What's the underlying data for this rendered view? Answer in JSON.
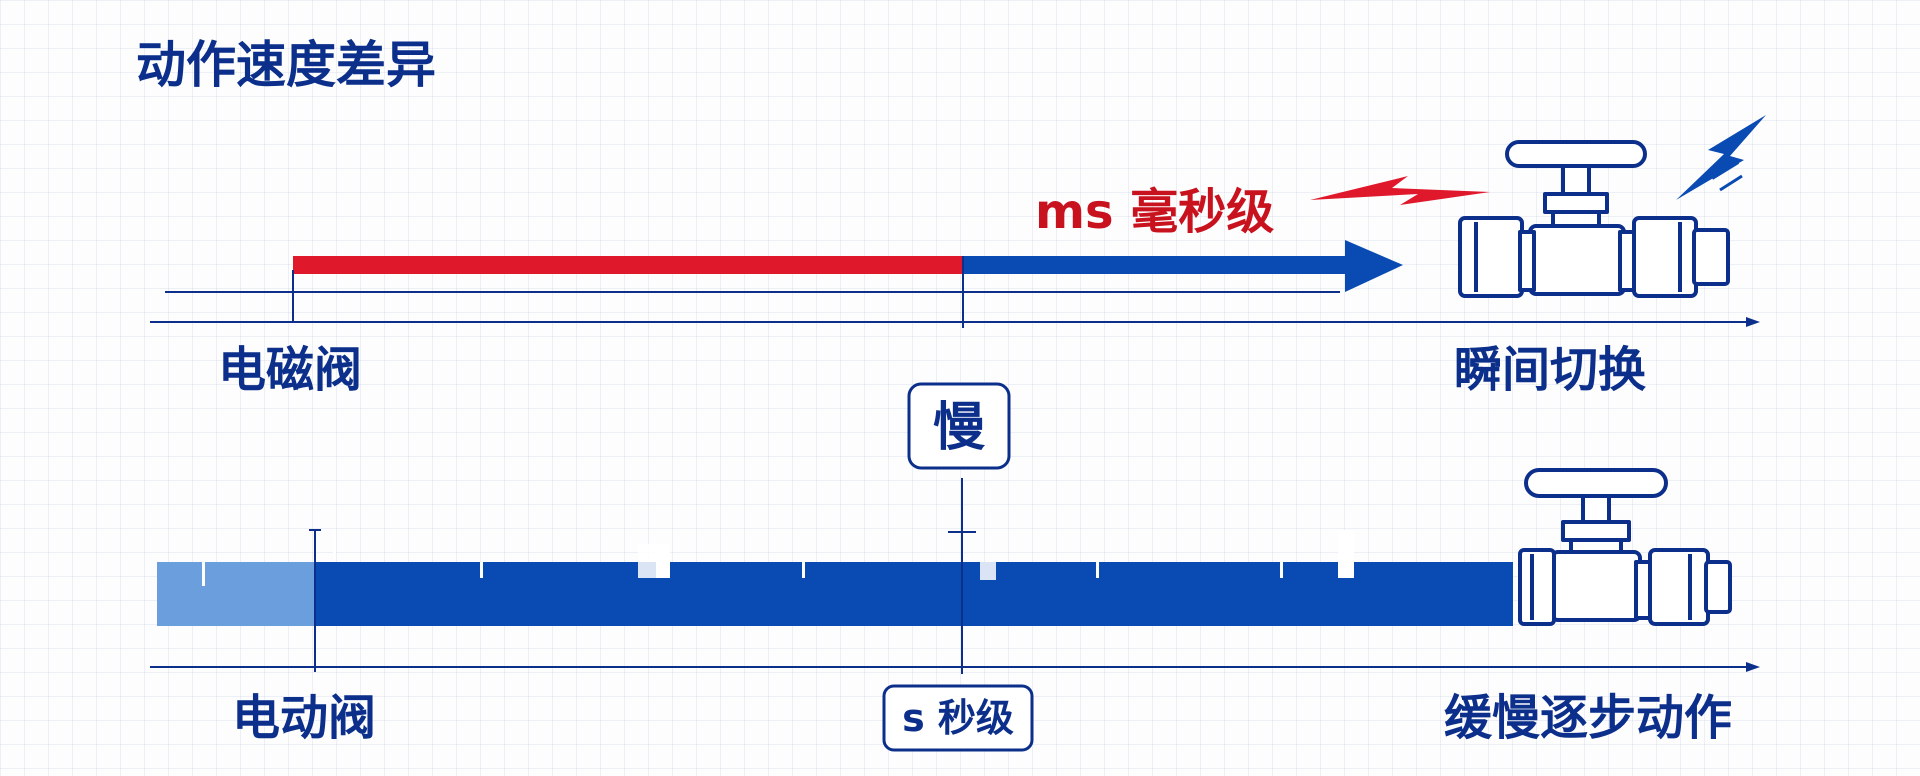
{
  "title": "动作速度差异",
  "top_row": {
    "device_label": "电磁阀",
    "speed_label": "ms 毫秒级",
    "result_label": "瞬间切换"
  },
  "bottom_row": {
    "badge_label": "慢",
    "device_label": "电动阀",
    "speed_label": "s 秒级",
    "result_label": "缓慢逐步动作"
  },
  "colors": {
    "navy": "#0b2f8a",
    "blue": "#0a4bb3",
    "red": "#e0182b",
    "light_blue": "#6b9edc"
  },
  "icons": {
    "top_valve": "ball-valve-icon",
    "lightning": "lightning-bolt-icon",
    "bottom_valve": "ball-valve-icon"
  }
}
